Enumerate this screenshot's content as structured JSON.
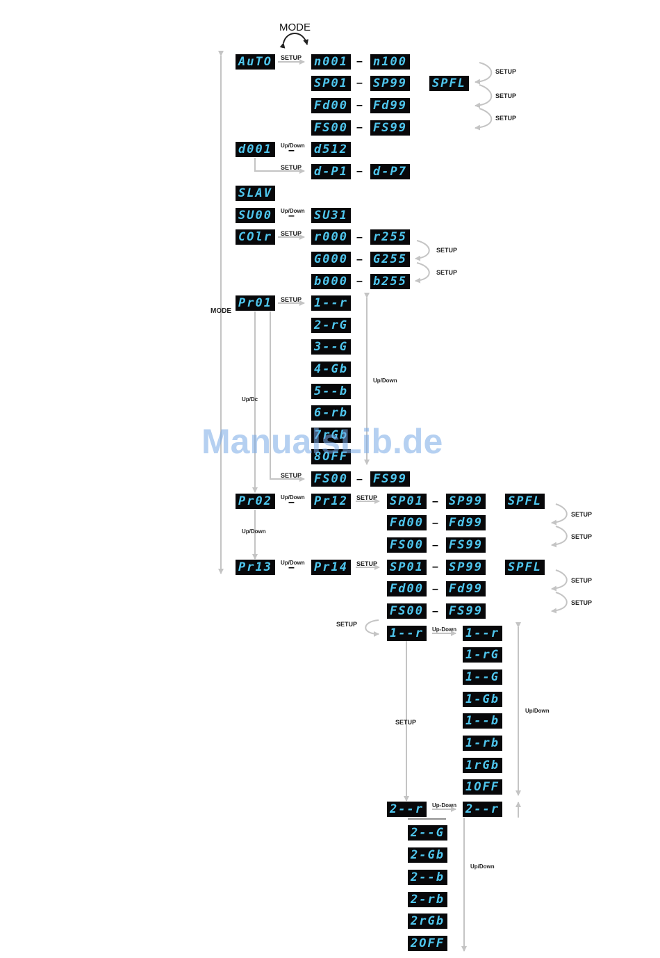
{
  "labels": {
    "mode_top": "MODE",
    "mode_side": "MODE",
    "setup": "SETUP",
    "updown": "Up/Down",
    "updown_cut": "Up/Dc",
    "updown_dash": "Up-Down"
  },
  "watermark": "ManualsLib.de",
  "displays": {
    "auto": "AuTO",
    "n001": "n001",
    "n100": "n100",
    "sp01": "SP01",
    "sp99": "SP99",
    "spfl": "SPFL",
    "fd00": "Fd00",
    "fd99": "Fd99",
    "fs00": "FS00",
    "fs99": "FS99",
    "d001": "d001",
    "d512": "d512",
    "dp1": "d-P1",
    "dp7": "d-P7",
    "slav": "SLAV",
    "su00": "SU00",
    "su31": "SU31",
    "colr": "COlr",
    "r000": "r000",
    "r255": "r255",
    "g000": "G000",
    "g255": "G255",
    "b000": "b000",
    "b255": "b255",
    "pr01": "Pr01",
    "p1": "1--r",
    "p2": "2-rG",
    "p3": "3--G",
    "p4": "4-Gb",
    "p5": "5--b",
    "p6": "6-rb",
    "p7": "7rGb",
    "p8": "8OFF",
    "fs00b": "FS00",
    "fs99b": "FS99",
    "pr02": "Pr02",
    "pr12": "Pr12",
    "sp01b": "SP01",
    "sp99b": "SP99",
    "spflb": "SPFL",
    "fd00b": "Fd00",
    "fd99b": "Fd99",
    "fs00c": "FS00",
    "fs99c": "FS99",
    "pr13": "Pr13",
    "pr14": "Pr14",
    "sp01c": "SP01",
    "sp99c": "SP99",
    "spflc": "SPFL",
    "fd00c": "Fd00",
    "fd99c": "Fd99",
    "fs00d": "FS00",
    "fs99d": "FS99",
    "s1": "1--r",
    "q1": "1--r",
    "q2": "1-rG",
    "q3": "1--G",
    "q4": "1-Gb",
    "q5": "1--b",
    "q6": "1-rb",
    "q7": "1rGb",
    "q8": "1OFF",
    "s2": "2--r",
    "q9": "2--r",
    "t1": "2--G",
    "t2": "2-Gb",
    "t3": "2--b",
    "t4": "2-rb",
    "t5": "2rGb",
    "t6": "2OFF"
  }
}
